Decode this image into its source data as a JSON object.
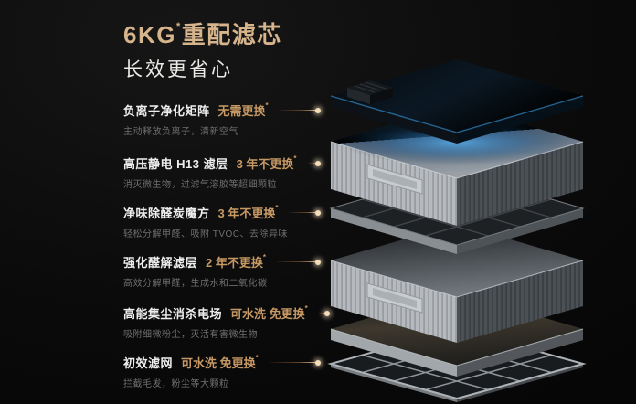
{
  "header": {
    "title_main": "6KG",
    "title_sup": "*",
    "title_rest": "重配滤芯",
    "subtitle": "长效更省心"
  },
  "items": [
    {
      "label": "负离子净化矩阵",
      "status": "无需更换",
      "sup": "*",
      "desc": "主动释放负离子，清新空气"
    },
    {
      "label": "高压静电 H13 滤层",
      "status": "3 年不更换",
      "sup": "*",
      "desc": "消灭微生物，过滤气溶胶等超细颗粒"
    },
    {
      "label": "净味除醛炭魔方",
      "status": "3 年不更换",
      "sup": "*",
      "desc": "轻松分解甲醛、吸附 TVOC、去除异味"
    },
    {
      "label": "强化醛解滤层",
      "status": "2 年不更换",
      "sup": "*",
      "desc": "高效分解甲醛，生成水和二氧化碳"
    },
    {
      "label": "高能集尘消杀电场",
      "status": "可水洗 免更换",
      "sup": "*",
      "desc": "吸附细微粉尘，灭活有害微生物"
    },
    {
      "label": "初效滤网",
      "status": "可水洗 免更换",
      "sup": "*",
      "desc": "拦截毛发，粉尘等大颗粒"
    }
  ],
  "colors": {
    "accent_gold_title": "#d6b48c",
    "accent_gold_status": "#c69864",
    "glow_blue": "#3d85c0",
    "background": "#0a0a0a"
  },
  "illustration": {
    "layers": [
      "ion-purify-module",
      "h13-electrostatic-filter",
      "carbon-cube-deodor-layer",
      "aldehyde-decompose-filter",
      "dust-collect-electrode",
      "pre-filter-mesh"
    ]
  }
}
